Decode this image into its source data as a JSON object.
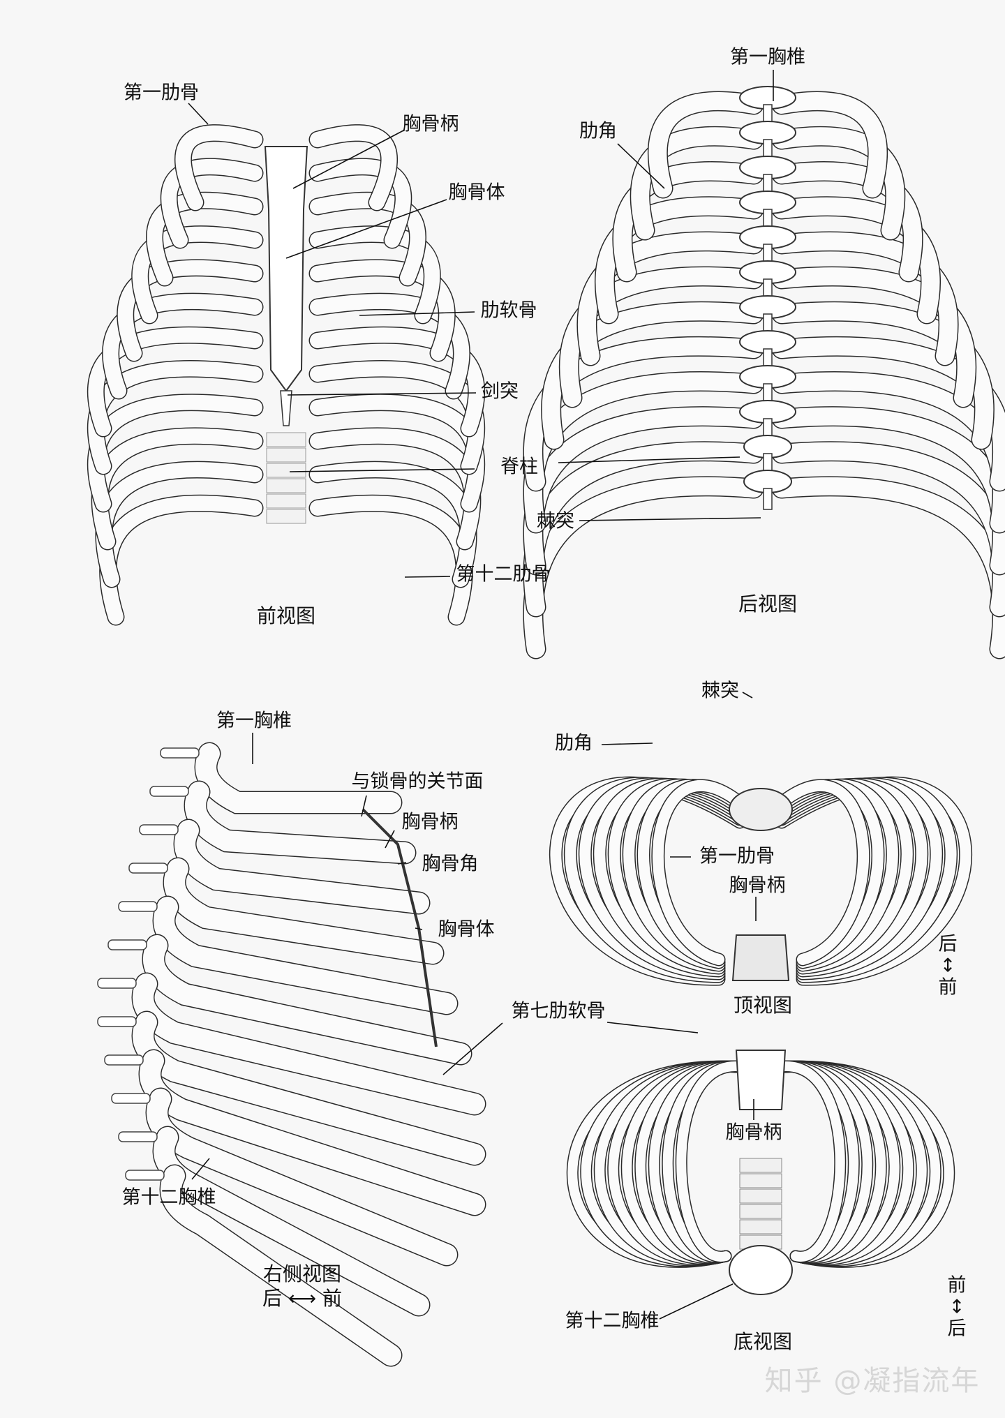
{
  "front_view": {
    "caption": "前视图",
    "labels": {
      "first_rib": "第一肋骨",
      "manubrium": "胸骨柄",
      "sternum_body": "胸骨体",
      "costal_cartilage": "肋软骨",
      "xiphoid": "剑突",
      "spine": "脊柱",
      "twelfth_rib": "第十二肋骨"
    }
  },
  "back_view": {
    "caption": "后视图",
    "labels": {
      "first_thoracic_vertebra": "第一胸椎",
      "rib_angle": "肋角",
      "spinous_process": "棘突"
    }
  },
  "side_view": {
    "caption": "右侧视图",
    "direction": {
      "left": "后",
      "arrow": "⟷",
      "right": "前"
    },
    "labels": {
      "first_thoracic_vertebra": "第一胸椎",
      "clavicular_facet": "与锁骨的关节面",
      "manubrium": "胸骨柄",
      "sternal_angle": "胸骨角",
      "sternum_body": "胸骨体",
      "seventh_costal_cartilage": "第七肋软骨",
      "twelfth_thoracic_vertebra": "第十二胸椎"
    }
  },
  "top_view": {
    "caption": "顶视图",
    "direction": {
      "top": "后",
      "arrow": "↕",
      "bottom": "前"
    },
    "labels": {
      "spinous_process": "棘突",
      "rib_angle": "肋角",
      "first_rib": "第一肋骨",
      "manubrium": "胸骨柄"
    }
  },
  "bottom_view": {
    "caption": "底视图",
    "direction": {
      "top": "前",
      "arrow": "↕",
      "bottom": "后"
    },
    "labels": {
      "manubrium": "胸骨柄",
      "twelfth_thoracic_vertebra": "第十二胸椎"
    }
  },
  "watermark": "知乎 @凝指流年"
}
